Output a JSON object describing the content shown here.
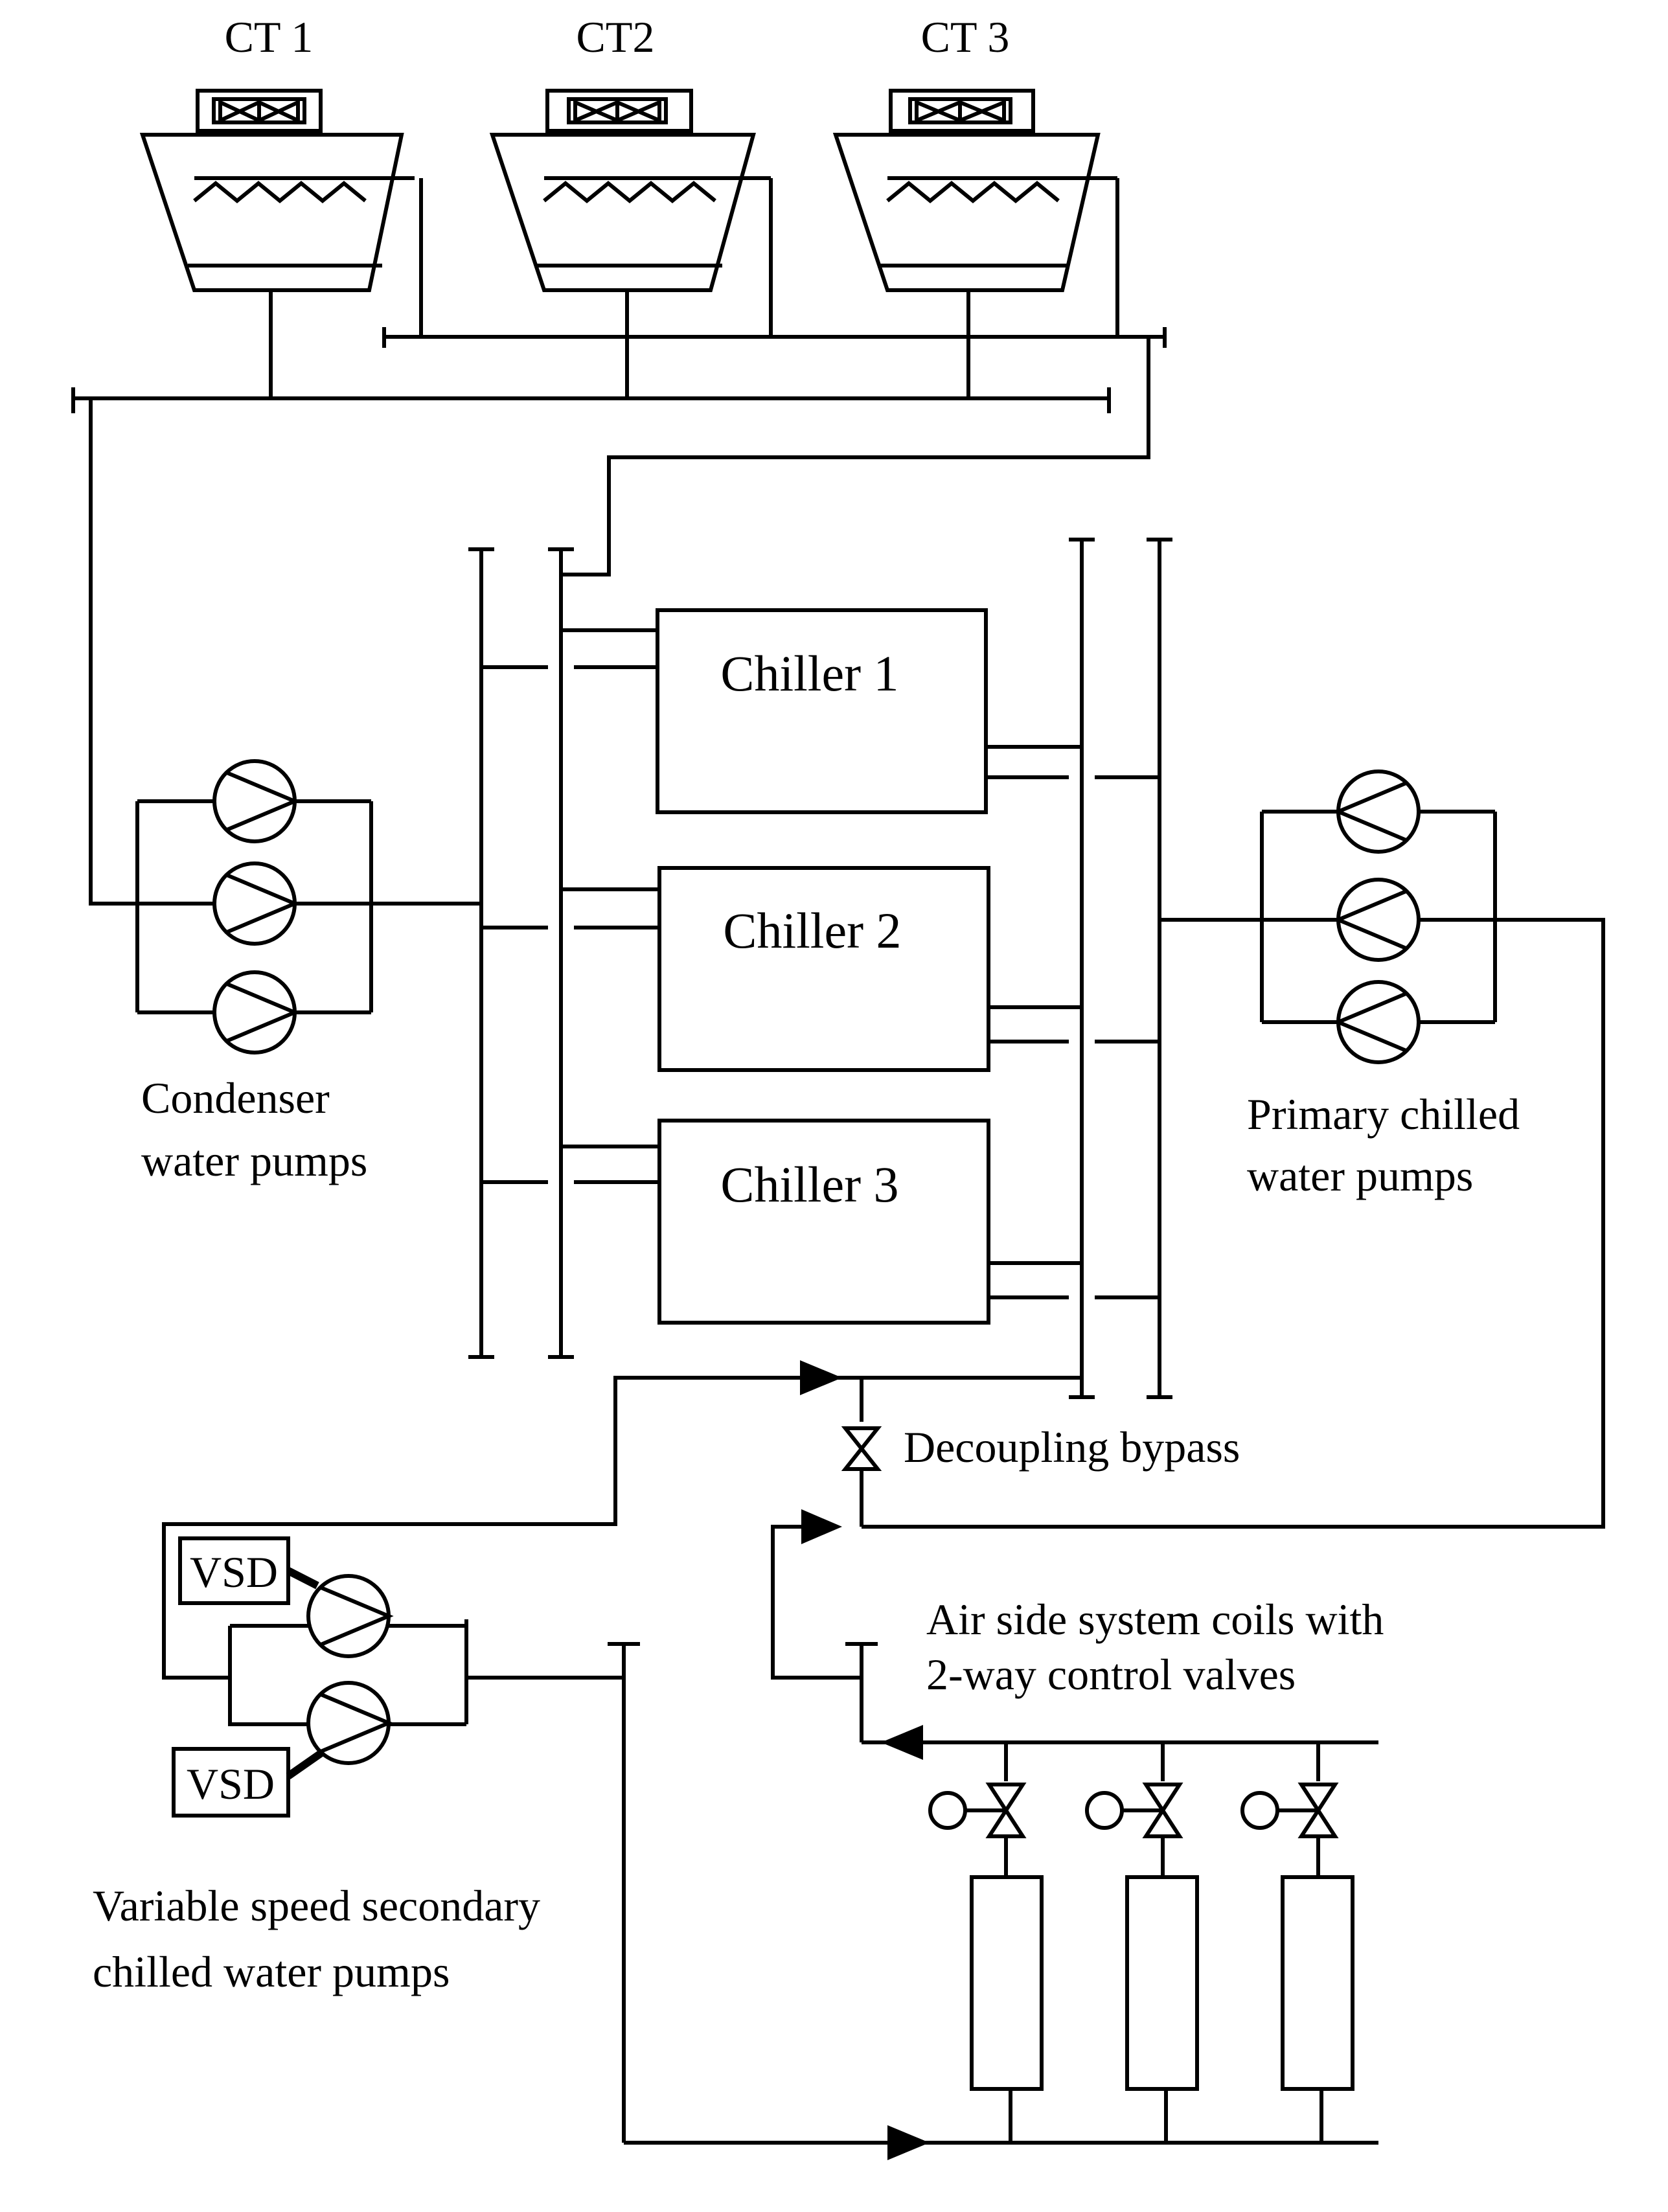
{
  "cooling_towers": [
    {
      "label": "CT 1"
    },
    {
      "label": "CT2"
    },
    {
      "label": "CT 3"
    }
  ],
  "chillers": [
    {
      "label": "Chiller 1"
    },
    {
      "label": "Chiller 2"
    },
    {
      "label": "Chiller 3"
    }
  ],
  "condenser_pumps": {
    "line1": "Condenser",
    "line2": "water pumps"
  },
  "primary_pumps": {
    "line1": "Primary chilled",
    "line2": "water pumps"
  },
  "bypass": {
    "label": "Decoupling bypass"
  },
  "vsd": [
    {
      "label": "VSD"
    },
    {
      "label": "VSD"
    }
  ],
  "secondary_pumps": {
    "line1": "Variable speed secondary",
    "line2": "chilled water pumps"
  },
  "coils": {
    "line1": "Air side system coils with",
    "line2": "2-way control valves"
  }
}
